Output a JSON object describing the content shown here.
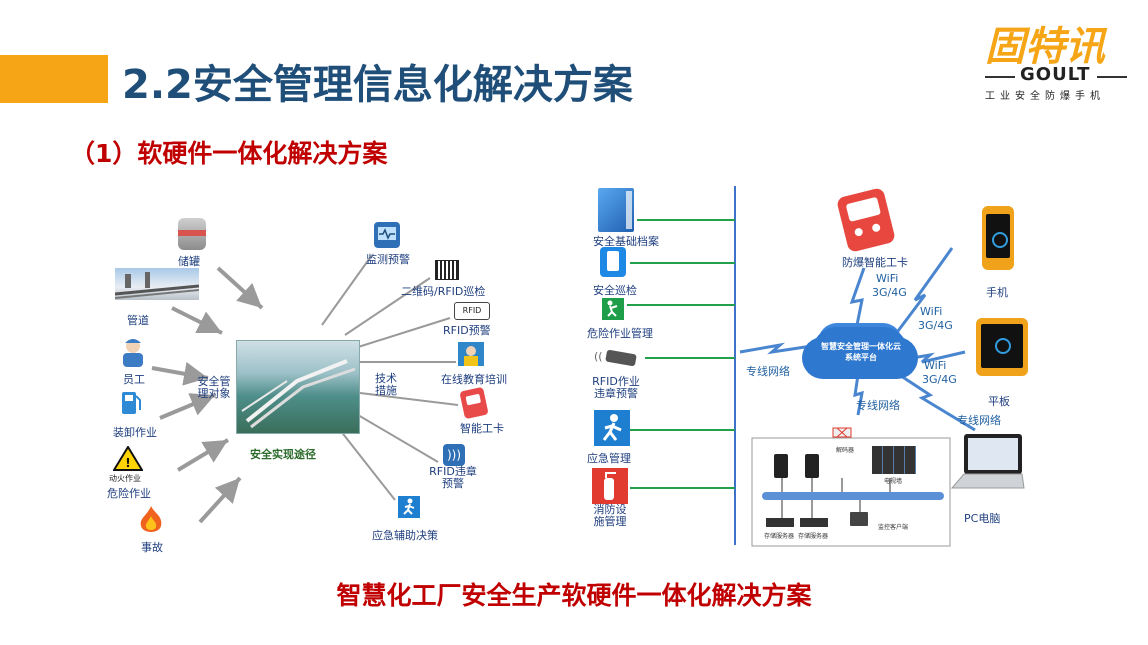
{
  "header": {
    "title": "2.2安全管理信息化解决方案",
    "subtitle": "（1）软硬件一体化解决方案"
  },
  "logo": {
    "cn": "固特讯",
    "en": "GOULT",
    "tagline": "工业安全防爆手机"
  },
  "left_diagram": {
    "center_label": "安全实现途径",
    "objects_label": "安全管理对象",
    "measures_label": "技术措施",
    "left_items": [
      {
        "label": "储罐",
        "icon": "tank-icon"
      },
      {
        "label": "管道",
        "icon": "pipeline-icon"
      },
      {
        "label": "员工",
        "icon": "worker-icon"
      },
      {
        "label": "装卸作业",
        "icon": "fuel-pump-icon"
      },
      {
        "label": "危险作业",
        "icon": "hazard-warning-icon",
        "icon_text": "动火作业"
      },
      {
        "label": "事故",
        "icon": "fire-icon"
      }
    ],
    "right_items": [
      {
        "label": "监测预警",
        "icon": "monitor-icon"
      },
      {
        "label": "二维码/RFID巡检",
        "icon": "qr-code-icon"
      },
      {
        "label": "RFID预警",
        "icon": "rfid-tag-icon",
        "icon_text": "RFID"
      },
      {
        "label": "在线教育培训",
        "icon": "training-icon"
      },
      {
        "label": "智能工卡",
        "icon": "smart-card-icon"
      },
      {
        "label": "RFID违章预警",
        "icon": "rfid-wave-icon"
      },
      {
        "label": "应急辅助决策",
        "icon": "emergency-exit-icon"
      }
    ]
  },
  "right_diagram": {
    "left_items": [
      {
        "label": "安全基础档案",
        "icon": "archive-book-icon"
      },
      {
        "label": "安全巡检",
        "icon": "inspection-phone-icon"
      },
      {
        "label": "危险作业管理",
        "icon": "danger-work-icon"
      },
      {
        "label": "RFID作业违章预警",
        "icon": "rfid-reader-icon"
      },
      {
        "label": "应急管理",
        "icon": "emergency-exit-icon"
      },
      {
        "label": "消防设施管理",
        "icon": "fire-extinguisher-icon"
      }
    ],
    "cloud_label": "智慧安全管理一体化云系统平台",
    "links": {
      "left_network": "专线网络",
      "bottom_network": "专线网络",
      "pc_network": "专线网络",
      "wifi_card": "WiFi",
      "g_card": "3G/4G",
      "wifi_phone": "WiFi",
      "g_phone": "3G/4G",
      "wifi_tablet": "WiFi",
      "g_tablet": "3G/4G"
    },
    "devices": {
      "card": "防爆智能工卡",
      "phone": "手机",
      "tablet": "平板",
      "pc": "PC电脑"
    },
    "server_room": {
      "decoder": "解码器",
      "tv_wall": "电视墙",
      "storage1": "存储服务器",
      "storage2": "存储服务器",
      "monitor_client": "监控客户端"
    }
  },
  "caption": "智慧化工厂安全生产软硬件一体化解决方案",
  "colors": {
    "title_blue": "#1f4e79",
    "accent_red": "#c00000",
    "brand_orange": "#f5a515",
    "link_green": "#22a04a",
    "bus_blue": "#5b8fd6"
  }
}
